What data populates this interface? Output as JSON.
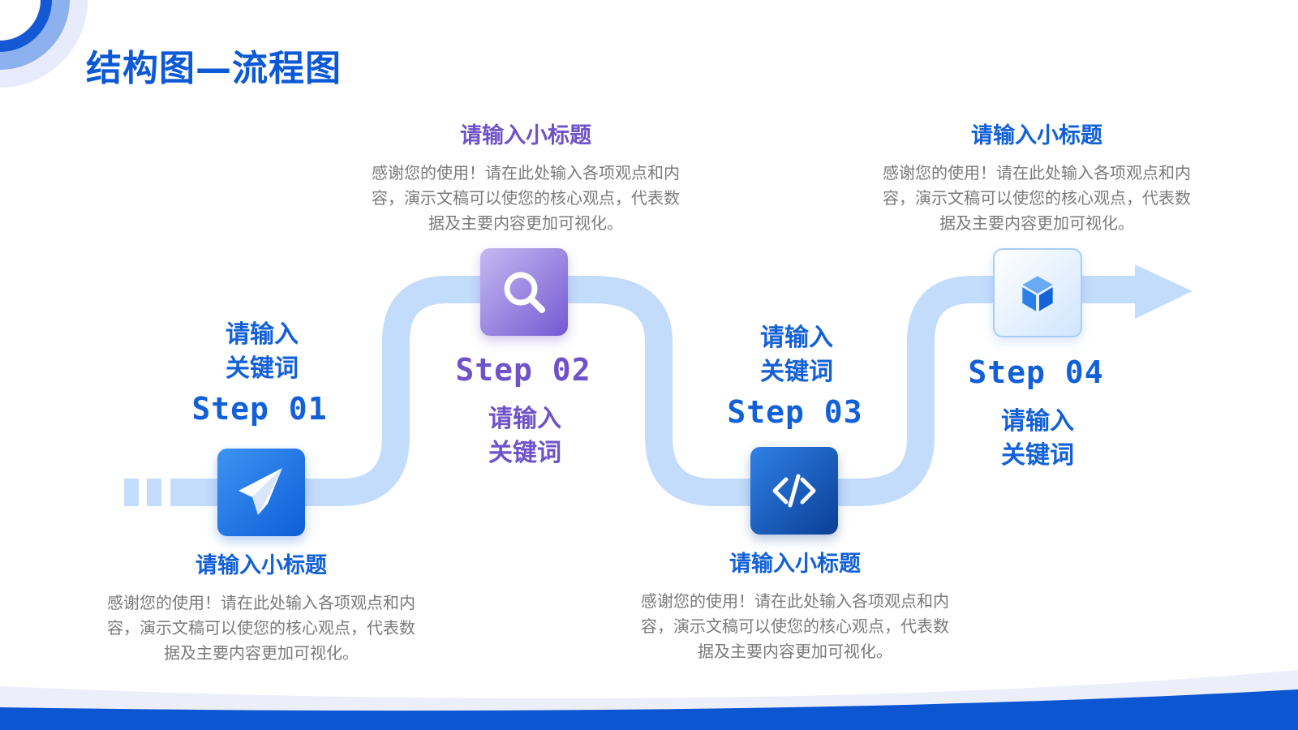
{
  "title": "结构图—流程图",
  "steps": [
    {
      "step_label": "Step 01",
      "keyword_line1": "请输入",
      "keyword_line2": "关键词",
      "subtitle": "请输入小标题",
      "desc_line1": "感谢您的使用！请在此处输入各项观点和内",
      "desc_line2": "容，演示文稿可以使您的核心观点，代表数",
      "desc_line3": "据及主要内容更加可视化。",
      "icon": "paper-plane-icon",
      "color": "#1260d8"
    },
    {
      "step_label": "Step 02",
      "keyword_line1": "请输入",
      "keyword_line2": "关键词",
      "subtitle": "请输入小标题",
      "desc_line1": "感谢您的使用！请在此处输入各项观点和内",
      "desc_line2": "容，演示文稿可以使您的核心观点，代表数",
      "desc_line3": "据及主要内容更加可视化。",
      "icon": "search-icon",
      "color": "#6f52c9"
    },
    {
      "step_label": "Step 03",
      "keyword_line1": "请输入",
      "keyword_line2": "关键词",
      "subtitle": "请输入小标题",
      "desc_line1": "感谢您的使用！请在此处输入各项观点和内",
      "desc_line2": "容，演示文稿可以使您的核心观点，代表数",
      "desc_line3": "据及主要内容更加可视化。",
      "icon": "code-icon",
      "color": "#1260d8"
    },
    {
      "step_label": "Step 04",
      "keyword_line1": "请输入",
      "keyword_line2": "关键词",
      "subtitle": "请输入小标题",
      "desc_line1": "感谢您的使用！请在此处输入各项观点和内",
      "desc_line2": "容，演示文稿可以使您的核心观点，代表数",
      "desc_line3": "据及主要内容更加可视化。",
      "icon": "cube-icon",
      "color": "#1260d8"
    }
  ],
  "colors": {
    "primary": "#0c59d6",
    "purple": "#6f52c9",
    "path": "#c4dcfb",
    "text_gray": "#7a7a7a"
  }
}
